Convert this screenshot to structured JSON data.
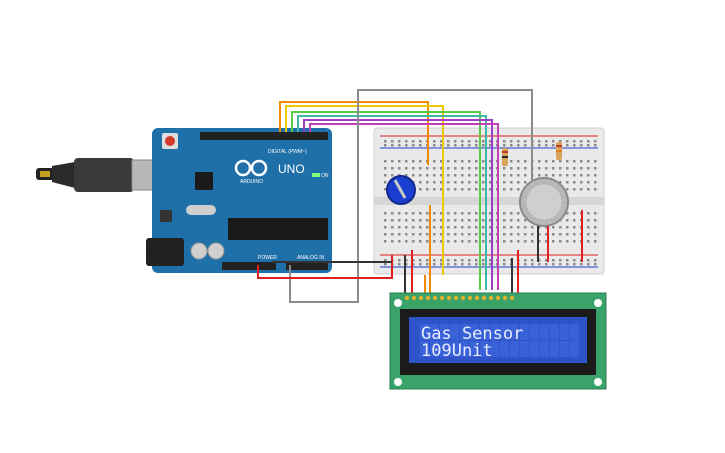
{
  "board": {
    "uno_label": "UNO",
    "brand_label": "ARDUINO",
    "digital_label": "DIGITAL (PWM~)",
    "power_label": "POWER",
    "analog_label": "ANALOG IN",
    "on_label": "ON"
  },
  "lcd": {
    "line1": "Gas Sensor",
    "line2": "109Unit"
  },
  "colors": {
    "board": "#1f6fa8",
    "breadboard": "#e9e9e9",
    "lcd_pcb": "#3aa36a",
    "lcd_screen": "#2f54c9",
    "wire_orange": "#f08a00",
    "wire_yellow": "#f0c800",
    "wire_green": "#5cc84a",
    "wire_teal": "#3fb7a5",
    "wire_purple": "#9b3fc4",
    "wire_magenta": "#c43fb3",
    "wire_gray": "#8c8c8c",
    "wire_red": "#e02020",
    "wire_black": "#333333"
  }
}
